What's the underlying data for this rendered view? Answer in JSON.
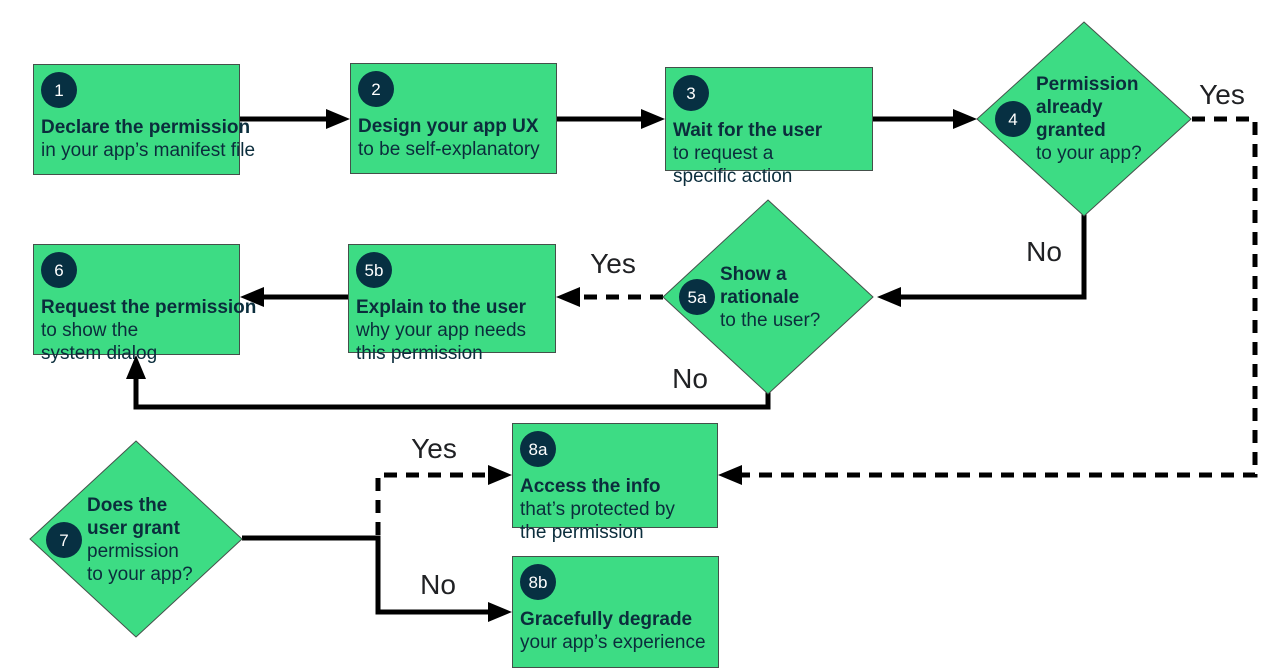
{
  "colors": {
    "node_green": "#3ddc84",
    "badge_navy": "#073042",
    "arrow_black": "#000000",
    "box_border": "#44504a",
    "text_dark": "#0b2d3c",
    "label_dark": "#202124"
  },
  "nodes": {
    "step1": {
      "number": "1",
      "title": "Declare the permission",
      "line1": "in your app’s manifest file"
    },
    "step2": {
      "number": "2",
      "title": "Design your app UX",
      "line1": "to be self-explanatory"
    },
    "step3": {
      "number": "3",
      "title": "Wait for the user",
      "line1": "to request a",
      "line2": "specific action"
    },
    "step4": {
      "number": "4",
      "title1": "Permission",
      "title2": "already",
      "title3": "granted",
      "line1": "to your app?"
    },
    "step5a": {
      "number": "5a",
      "title1": "Show a",
      "title2": "rationale",
      "line1": "to the user?"
    },
    "step5b": {
      "number": "5b",
      "title": "Explain to the user",
      "line1": "why your app needs",
      "line2": "this permission"
    },
    "step6": {
      "number": "6",
      "title": "Request the permission",
      "line1": "to show the",
      "line2": "system dialog"
    },
    "step7": {
      "number": "7",
      "title1": "Does the",
      "title2": "user grant",
      "line1": "permission",
      "line2": "to your app?"
    },
    "step8a": {
      "number": "8a",
      "title": "Access the info",
      "line1": "that’s protected by",
      "line2": "the permission"
    },
    "step8b": {
      "number": "8b",
      "title": "Gracefully degrade",
      "line1": "your app’s experience"
    }
  },
  "edge_labels": {
    "yes4": "Yes",
    "no4": "No",
    "yes5a": "Yes",
    "no5a": "No",
    "yes7": "Yes",
    "no7": "No"
  }
}
